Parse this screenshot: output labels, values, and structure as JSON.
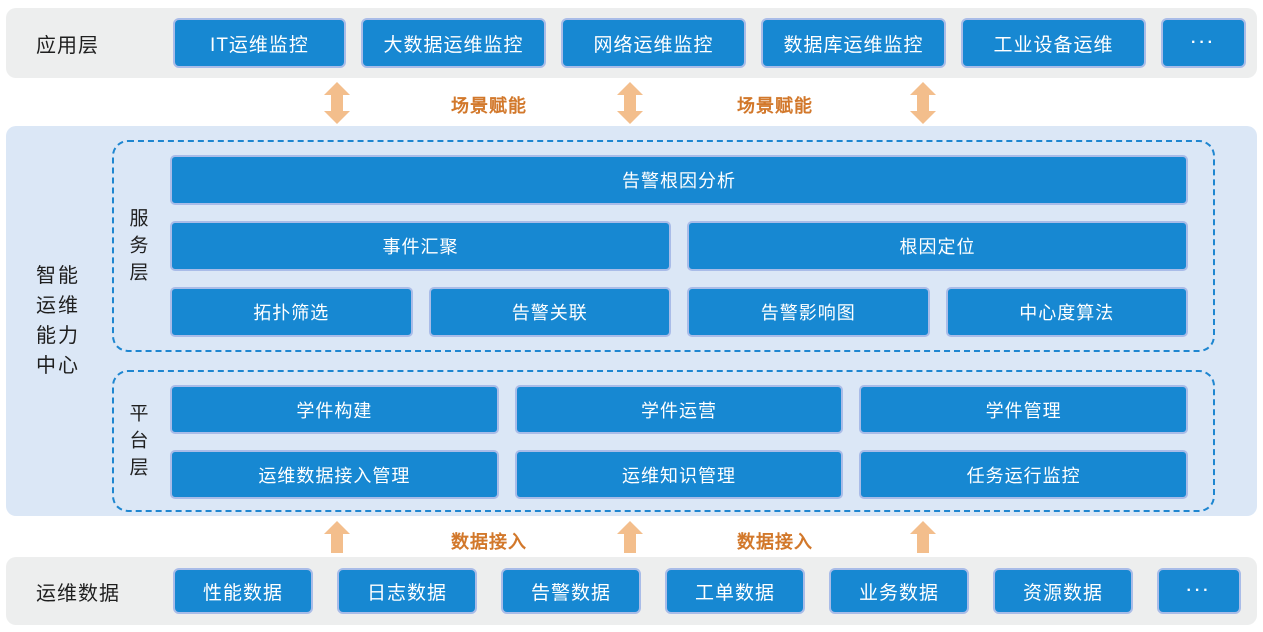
{
  "colors": {
    "box_blue": "#1788d2",
    "box_border": "#a9bce8",
    "band_gray": "#edeeee",
    "band_blue": "#dbe7f6",
    "dashed_border": "#1e86d0",
    "arrow_orange": "#f3be8c",
    "label_orange": "#d2782b",
    "text_dark": "#1f1f1f",
    "text_white": "#ffffff"
  },
  "application_layer": {
    "label": "应用层",
    "items": [
      "IT运维监控",
      "大数据运维监控",
      "网络运维监控",
      "数据库运维监控",
      "工业设备运维",
      "···"
    ]
  },
  "scene_links": {
    "label_1": "场景赋能",
    "label_2": "场景赋能"
  },
  "capability_center": {
    "label": "智能运维能力中心",
    "service_layer": {
      "label": "服务层",
      "row1": [
        "告警根因分析"
      ],
      "row2": [
        "事件汇聚",
        "根因定位"
      ],
      "row3": [
        "拓扑筛选",
        "告警关联",
        "告警影响图",
        "中心度算法"
      ]
    },
    "platform_layer": {
      "label": "平台层",
      "row1": [
        "学件构建",
        "学件运营",
        "学件管理"
      ],
      "row2": [
        "运维数据接入管理",
        "运维知识管理",
        "任务运行监控"
      ]
    }
  },
  "data_links": {
    "label_1": "数据接入",
    "label_2": "数据接入"
  },
  "data_layer": {
    "label": "运维数据",
    "items": [
      "性能数据",
      "日志数据",
      "告警数据",
      "工单数据",
      "业务数据",
      "资源数据",
      "···"
    ]
  }
}
